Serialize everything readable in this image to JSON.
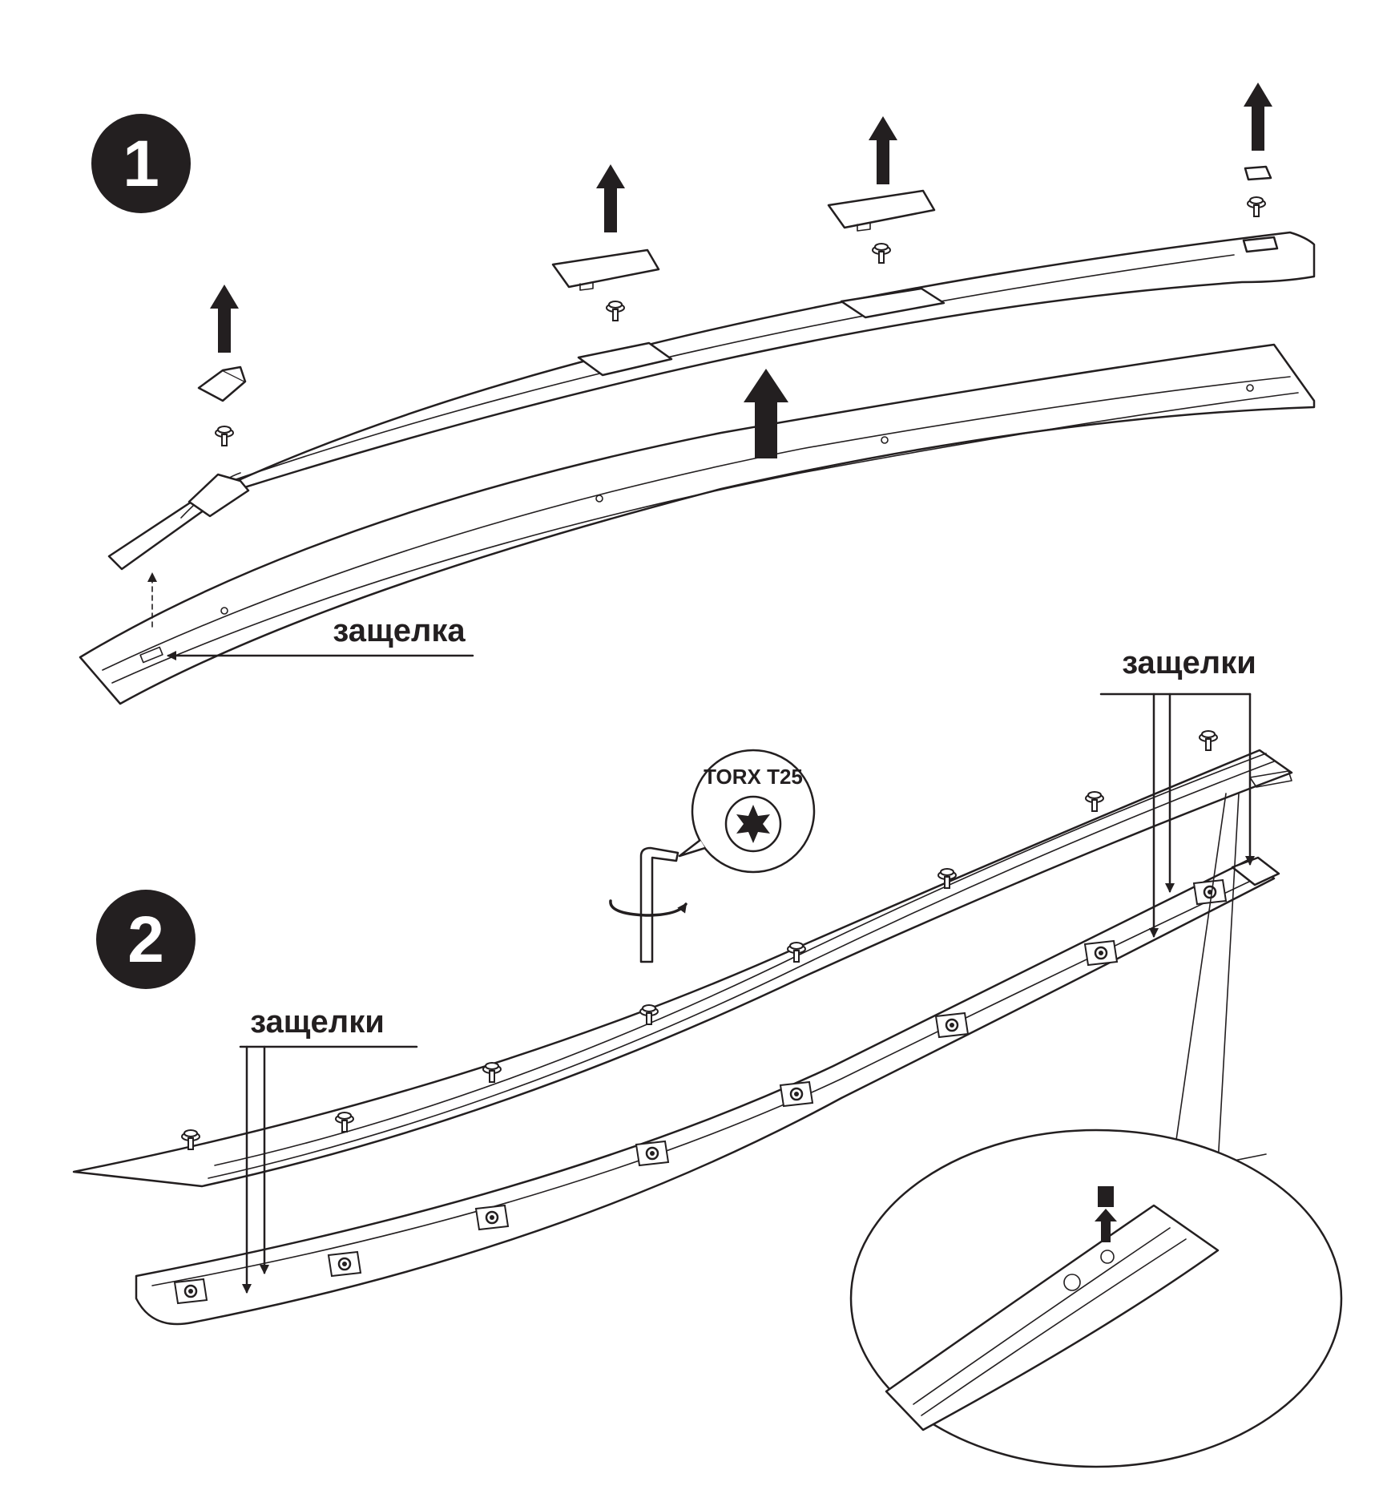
{
  "steps": {
    "step1": "1",
    "step2": "2"
  },
  "labels": {
    "latch_single": "защелка",
    "latches_top": "защелки",
    "latches_left": "защелки",
    "tool": "TORX T25"
  },
  "colors": {
    "ink": "#231f20",
    "background": "#ffffff"
  }
}
